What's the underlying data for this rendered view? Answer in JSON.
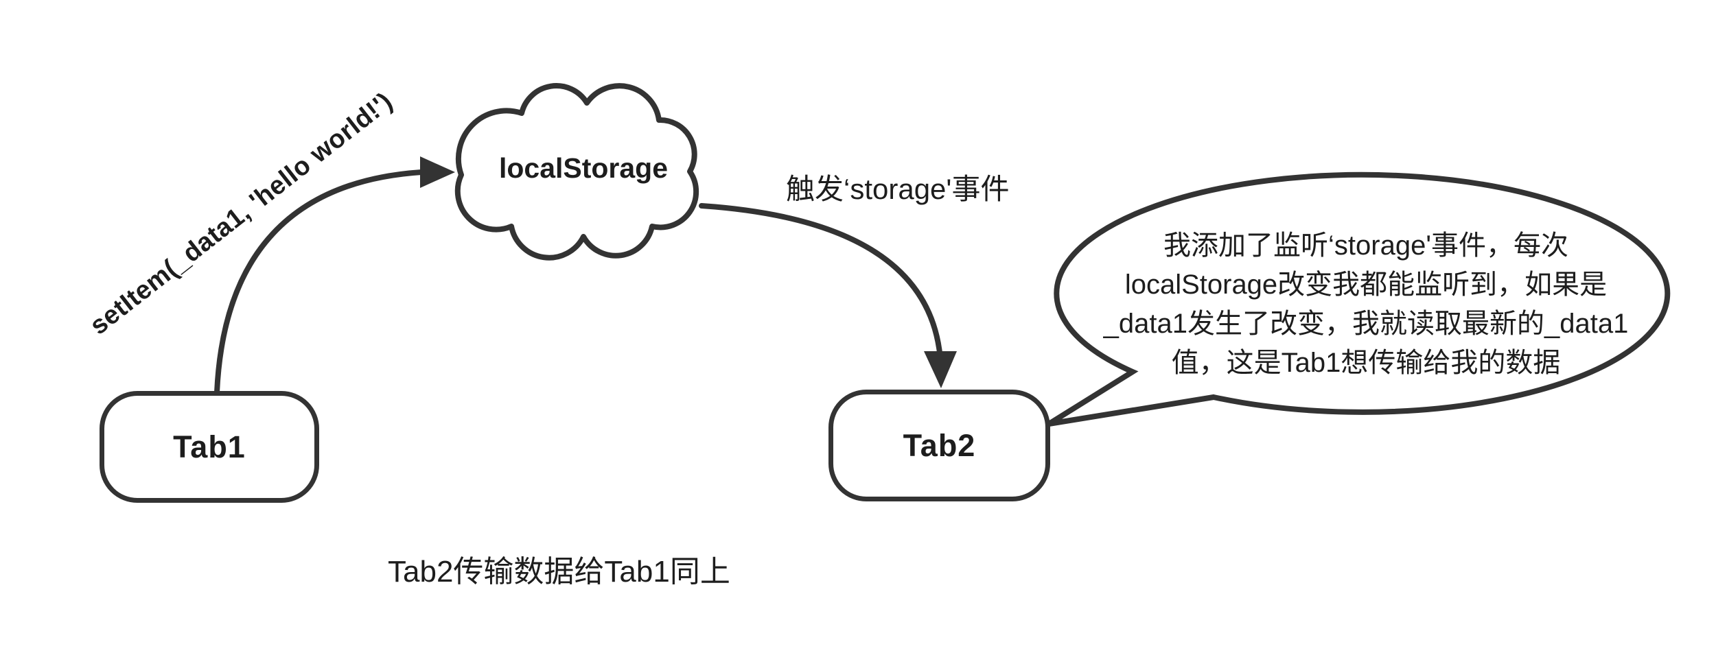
{
  "diagram": {
    "nodes": {
      "tab1": {
        "label": "Tab1"
      },
      "tab2": {
        "label": "Tab2"
      },
      "cloud": {
        "label": "localStorage"
      }
    },
    "edges": {
      "tab1_to_localstorage": {
        "label": "setItem(_data1, 'hello world!')"
      },
      "localstorage_to_tab2": {
        "label": "触发‘storage'事件"
      }
    },
    "speech_bubble": {
      "lines": [
        "我添加了监听‘storage'事件，每次",
        "localStorage改变我都能监听到，如果是",
        "_data1发生了改变，我就读取最新的_data1",
        "值，这是Tab1想传输给我的数据"
      ]
    },
    "caption": "Tab2传输数据给Tab1同上",
    "colors": {
      "stroke": "#333333",
      "text": "#1d1d1d",
      "background": "#ffffff"
    }
  }
}
